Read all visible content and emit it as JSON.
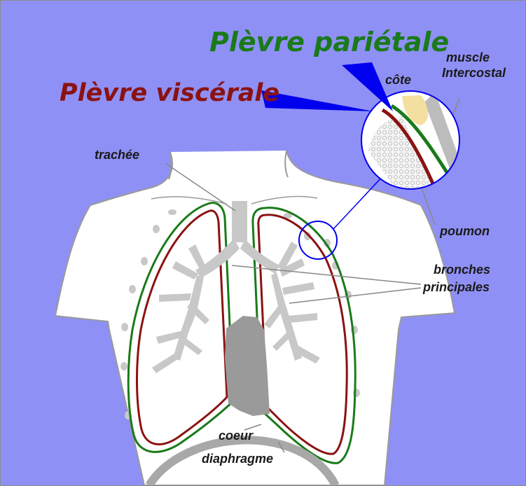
{
  "colors": {
    "background": "#8f90f5",
    "body": "#ffffff",
    "outline": "#9a9a9a",
    "pleura_parietal": "#1a7a1a",
    "pleura_visceral": "#8b1212",
    "airways": "#c8c8c8",
    "heart": "#9a9a9a",
    "diaphragm": "#a8a8a8",
    "callout": "#0000ee",
    "rib": "#f3dfa0"
  },
  "labels": {
    "parietal": "Plèvre pariétale",
    "visceral": "Plèvre viscérale",
    "muscle": "muscle",
    "intercostal": "Intercostal",
    "rib": "côte",
    "trachea": "trachée",
    "lung": "poumon",
    "bronchi_1": "bronches",
    "bronchi_2": "principales",
    "heart": "coeur",
    "diaphragm": "diaphragme"
  },
  "icons": {
    "parietal_pointer": "wedge-arrow-icon",
    "visceral_pointer": "wedge-arrow-icon"
  }
}
